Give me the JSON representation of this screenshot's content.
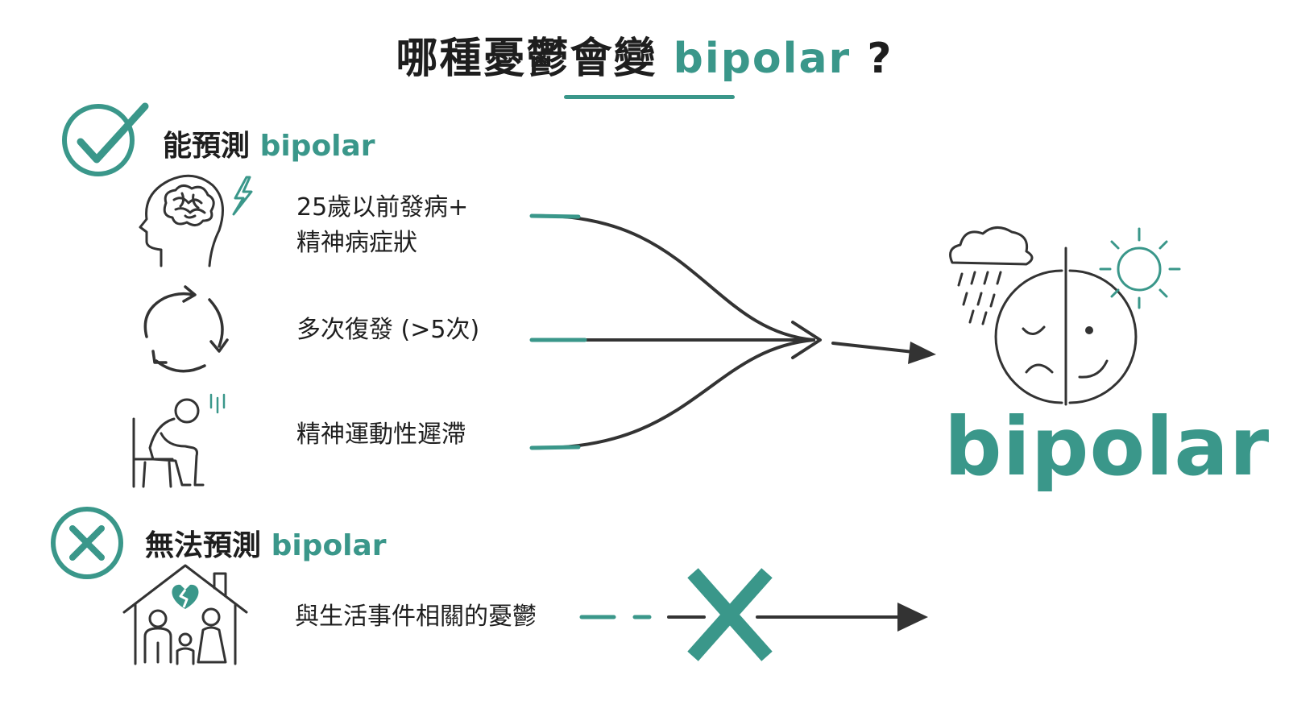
{
  "title": {
    "main": "哪種憂鬱會變",
    "accent": "bipolar",
    "mark": "?"
  },
  "predictable": {
    "heading_main": "能預測",
    "heading_accent": "bipolar",
    "factors": [
      {
        "line1": "25歲以前發病+",
        "line2": "精神病症狀",
        "icon": "brain-icon"
      },
      {
        "line1": "多次復發 (>5次)",
        "icon": "cycle-arrows-icon"
      },
      {
        "line1": "精神運動性遲滯",
        "icon": "slumped-person-icon"
      }
    ]
  },
  "unpredictable": {
    "heading_main": "無法預測",
    "heading_accent": "bipolar",
    "factor": {
      "line1": "與生活事件相關的憂鬱",
      "icon": "house-family-icon"
    }
  },
  "outcome": {
    "label": "bipolar",
    "icon": "half-sad-half-happy-face-icon"
  },
  "colors": {
    "accent": "#3a978a",
    "ink": "#333333",
    "text": "#1e1e1e"
  }
}
